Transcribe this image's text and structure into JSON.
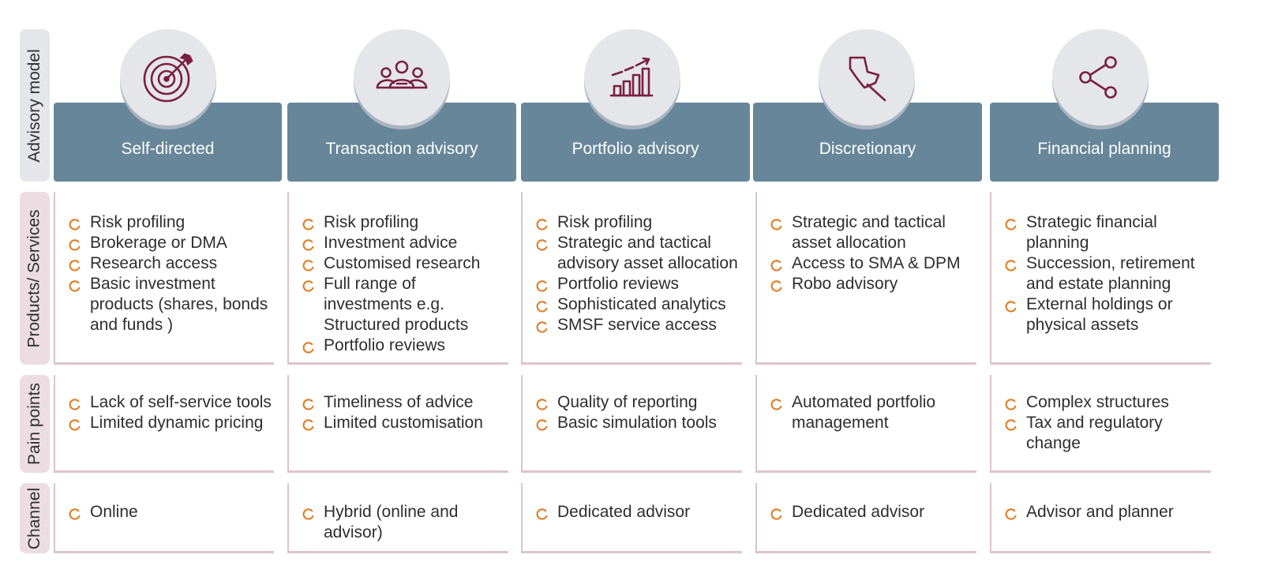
{
  "colors": {
    "header": "#67869a",
    "icon_circle": "#e4e6ea",
    "icon_stroke": "#7a1f3d",
    "bullet": "#e07b20",
    "label_pink": "#ecdde2",
    "label_grey": "#e4e6ea"
  },
  "row_labels": {
    "advisory_model": "Advisory model",
    "products_services": "Products/ Services",
    "pain_points": "Pain points",
    "channel": "Channel"
  },
  "columns": [
    {
      "title": "Self-directed",
      "icon": "target-icon",
      "products": [
        "Risk profiling",
        "Brokerage or DMA",
        "Research access",
        "Basic investment products (shares, bonds and funds )"
      ],
      "pain_points": [
        "Lack of self-service tools",
        "Limited dynamic pricing"
      ],
      "channel": [
        "Online"
      ]
    },
    {
      "title": "Transaction advisory",
      "icon": "people-group-icon",
      "products": [
        "Risk profiling",
        "Investment advice",
        "Customised research",
        "Full range of investments e.g. Structured products",
        "Portfolio reviews"
      ],
      "pain_points": [
        "Timeliness of advice",
        "Limited customisation"
      ],
      "channel": [
        "Hybrid (online and advisor)"
      ]
    },
    {
      "title": "Portfolio advisory",
      "icon": "growth-chart-icon",
      "products": [
        "Risk profiling",
        "Strategic and tactical advisory asset allocation",
        "Portfolio reviews",
        "Sophisticated analytics",
        "SMSF service access"
      ],
      "pain_points": [
        "Quality of reporting",
        "Basic simulation tools"
      ],
      "channel": [
        "Dedicated advisor"
      ]
    },
    {
      "title": "Discretionary",
      "icon": "pushpin-icon",
      "products": [
        "Strategic and tactical asset allocation",
        "Access to SMA & DPM",
        "Robo advisory"
      ],
      "pain_points": [
        "Automated portfolio management"
      ],
      "channel": [
        "Dedicated advisor"
      ]
    },
    {
      "title": "Financial planning",
      "icon": "share-network-icon",
      "products": [
        "Strategic financial planning",
        "Succession, retirement and estate planning",
        "External holdings or physical assets"
      ],
      "pain_points": [
        "Complex structures",
        "Tax and regulatory change"
      ],
      "channel": [
        "Advisor and planner"
      ]
    }
  ]
}
